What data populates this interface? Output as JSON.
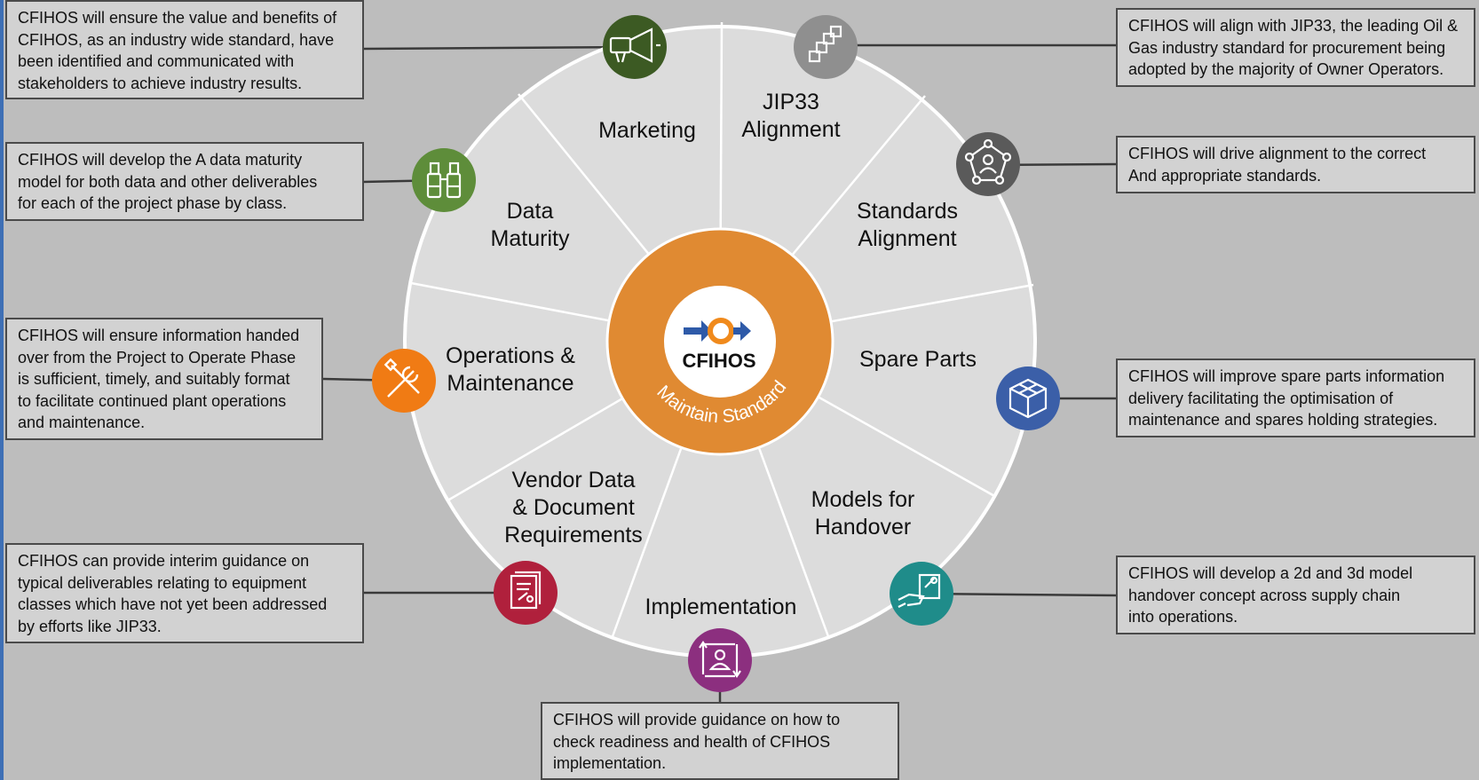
{
  "center": {
    "logo_text": "CFIHOS",
    "ring_text": "Maintain Standard"
  },
  "segments": [
    {
      "id": "marketing",
      "label": [
        "Marketing"
      ]
    },
    {
      "id": "jip33",
      "label": [
        "JIP33",
        "Alignment"
      ]
    },
    {
      "id": "standards",
      "label": [
        "Standards",
        "Alignment"
      ]
    },
    {
      "id": "spare-parts",
      "label": [
        "Spare Parts"
      ]
    },
    {
      "id": "models",
      "label": [
        "Models for",
        "Handover"
      ]
    },
    {
      "id": "implementation",
      "label": [
        "Implementation"
      ]
    },
    {
      "id": "vendor",
      "label": [
        "Vendor Data",
        "& Document",
        "Requirements"
      ]
    },
    {
      "id": "operations",
      "label": [
        "Operations &",
        "Maintenance"
      ]
    },
    {
      "id": "data-maturity",
      "label": [
        "Data",
        "Maturity"
      ]
    }
  ],
  "icons": [
    {
      "id": "megaphone",
      "color": "#3c5a23"
    },
    {
      "id": "blocks",
      "color": "#8f8f8f"
    },
    {
      "id": "network",
      "color": "#5a5a5a"
    },
    {
      "id": "cube",
      "color": "#3b5fa8"
    },
    {
      "id": "handshake",
      "color": "#1f8c8a"
    },
    {
      "id": "person-arrows",
      "color": "#8c2f7f"
    },
    {
      "id": "document",
      "color": "#b0203c"
    },
    {
      "id": "tools",
      "color": "#f07b14"
    },
    {
      "id": "binoculars",
      "color": "#5e8d3a"
    }
  ],
  "boxes": {
    "marketing": "CFIHOS will ensure the value and benefits of\nCFIHOS, as an industry wide standard, have\nbeen identified and communicated with\nstakeholders to achieve industry results.",
    "data_maturity": "CFIHOS will develop the A data maturity\nmodel for both data and other deliverables\nfor each of the project phase by class.",
    "operations": "CFIHOS will ensure information handed\nover from the Project to Operate Phase\nis sufficient, timely, and suitably format\nto facilitate continued plant operations\nand maintenance.",
    "vendor": "CFIHOS can provide interim guidance on\ntypical deliverables  relating to equipment\nclasses which have not yet been addressed\nby efforts like JIP33.",
    "jip33": "CFIHOS will align with JIP33, the leading Oil &\nGas industry standard for procurement being\nadopted by the majority of Owner Operators.",
    "standards": "CFIHOS will drive alignment to the correct\nAnd appropriate standards.",
    "spare_parts": "CFIHOS will improve spare parts information\ndelivery facilitating the optimisation of\nmaintenance and spares holding strategies.",
    "models": "CFIHOS will develop a 2d and 3d model\nhandover concept across supply chain\ninto operations.",
    "implementation": "CFIHOS will provide guidance on how to\ncheck readiness and health of CFIHOS\nimplementation."
  },
  "colors": {
    "background": "#bdbdbd",
    "wheel": "#dcdcdc",
    "center_ring": "#e08a32",
    "logo_blue": "#2e5aa8",
    "logo_orange": "#f08a1c"
  }
}
